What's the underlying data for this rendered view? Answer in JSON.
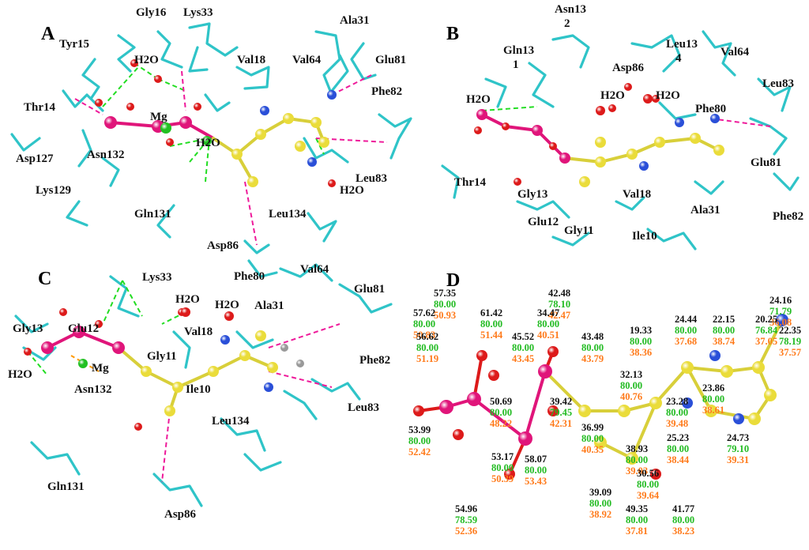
{
  "panels": {
    "A": {
      "letter": "A",
      "residues": [
        "Gly16",
        "Lys33",
        "Ala31",
        "Tyr15",
        "H2O",
        "Val18",
        "Val64",
        "Glu81",
        "Phe82",
        "Thr14",
        "Mg",
        "H2O",
        "Asp127",
        "Asn132",
        "Leu83",
        "H2O",
        "Lys129",
        "Gln131",
        "Leu134",
        "Asp86"
      ]
    },
    "B": {
      "letter": "B",
      "residues": [
        "Asn13\n2",
        "Gln13\n1",
        "Asp86",
        "Leu13\n4",
        "Val64",
        "Leu83",
        "H2O",
        "H2O",
        "H2O",
        "Phe80",
        "Glu81",
        "Thr14",
        "Gly13",
        "Val18",
        "Glu12",
        "Gly11",
        "Ala31",
        "Ile10",
        "Phe82"
      ]
    },
    "C": {
      "letter": "C",
      "residues": [
        "Lys33",
        "Val64",
        "Phe80",
        "Glu81",
        "H2O",
        "H2O",
        "Ala31",
        "Gly13",
        "Glu12",
        "Val18",
        "Phe82",
        "Gly11",
        "H2O",
        "Mg",
        "Asn132",
        "Ile10",
        "Leu83",
        "Leu134",
        "Gln131",
        "Asp86"
      ]
    },
    "D": {
      "letter": "D",
      "atoms": [
        {
          "v": [
            "57.35",
            "80.00",
            "50.93"
          ]
        },
        {
          "v": [
            "42.48",
            "78.10",
            "42.47"
          ]
        },
        {
          "v": [
            "57.62",
            "80.00",
            "50.83"
          ]
        },
        {
          "v": [
            "61.42",
            "80.00",
            "51.44"
          ]
        },
        {
          "v": [
            "34.47",
            "80.00",
            "40.51"
          ]
        },
        {
          "v": [
            "24.16",
            "71.79",
            "36.08"
          ]
        },
        {
          "v": [
            "56.62",
            "80.00",
            "51.19"
          ]
        },
        {
          "v": [
            "45.52",
            "80.00",
            "43.45"
          ]
        },
        {
          "v": [
            "43.48",
            "80.00",
            "43.79"
          ]
        },
        {
          "v": [
            "24.44",
            "80.00",
            "37.68"
          ]
        },
        {
          "v": [
            "22.15",
            "80.00",
            "38.74"
          ]
        },
        {
          "v": [
            "20.25",
            "76.84",
            "37.05"
          ]
        },
        {
          "v": [
            "19.33",
            "80.00",
            "38.36"
          ]
        },
        {
          "v": [
            "22.35",
            "78.19",
            "37.57"
          ]
        },
        {
          "v": [
            "32.13",
            "80.00",
            "40.76"
          ]
        },
        {
          "v": [
            "50.69",
            "80.00",
            "48.22"
          ]
        },
        {
          "v": [
            "39.42",
            "79.45",
            "42.31"
          ]
        },
        {
          "v": [
            "23.28",
            "80.00",
            "39.48"
          ]
        },
        {
          "v": [
            "23.86",
            "80.00",
            "38.61"
          ]
        },
        {
          "v": [
            "53.99",
            "80.00",
            "52.42"
          ]
        },
        {
          "v": [
            "36.99",
            "80.00",
            "40.35"
          ]
        },
        {
          "v": [
            "25.23",
            "80.00",
            "38.44"
          ]
        },
        {
          "v": [
            "24.73",
            "79.10",
            "39.31"
          ]
        },
        {
          "v": [
            "53.17",
            "80.00",
            "50.39"
          ]
        },
        {
          "v": [
            "58.07",
            "80.00",
            "53.43"
          ]
        },
        {
          "v": [
            "38.93",
            "80.00",
            "39.03"
          ]
        },
        {
          "v": [
            "30.56",
            "80.00",
            "39.64"
          ]
        },
        {
          "v": [
            "39.09",
            "80.00",
            "38.92"
          ]
        },
        {
          "v": [
            "54.96",
            "78.59",
            "52.36"
          ]
        },
        {
          "v": [
            "49.35",
            "80.00",
            "37.81"
          ]
        },
        {
          "v": [
            "41.77",
            "80.00",
            "38.23"
          ]
        }
      ]
    }
  },
  "colors": {
    "protein": "#2fc4c8",
    "carbon_ligand": "#eadc3a",
    "phosphorus": "#e0157a",
    "oxygen": "#dd1a1a",
    "nitrogen": "#2a4fd8",
    "magnesium": "#22c022",
    "hbond_green": "#22dd22",
    "hbond_magenta": "#ee1a9a",
    "value_line1": "#111111",
    "value_line2": "#22bb22",
    "value_line3": "#ff7a1a"
  }
}
